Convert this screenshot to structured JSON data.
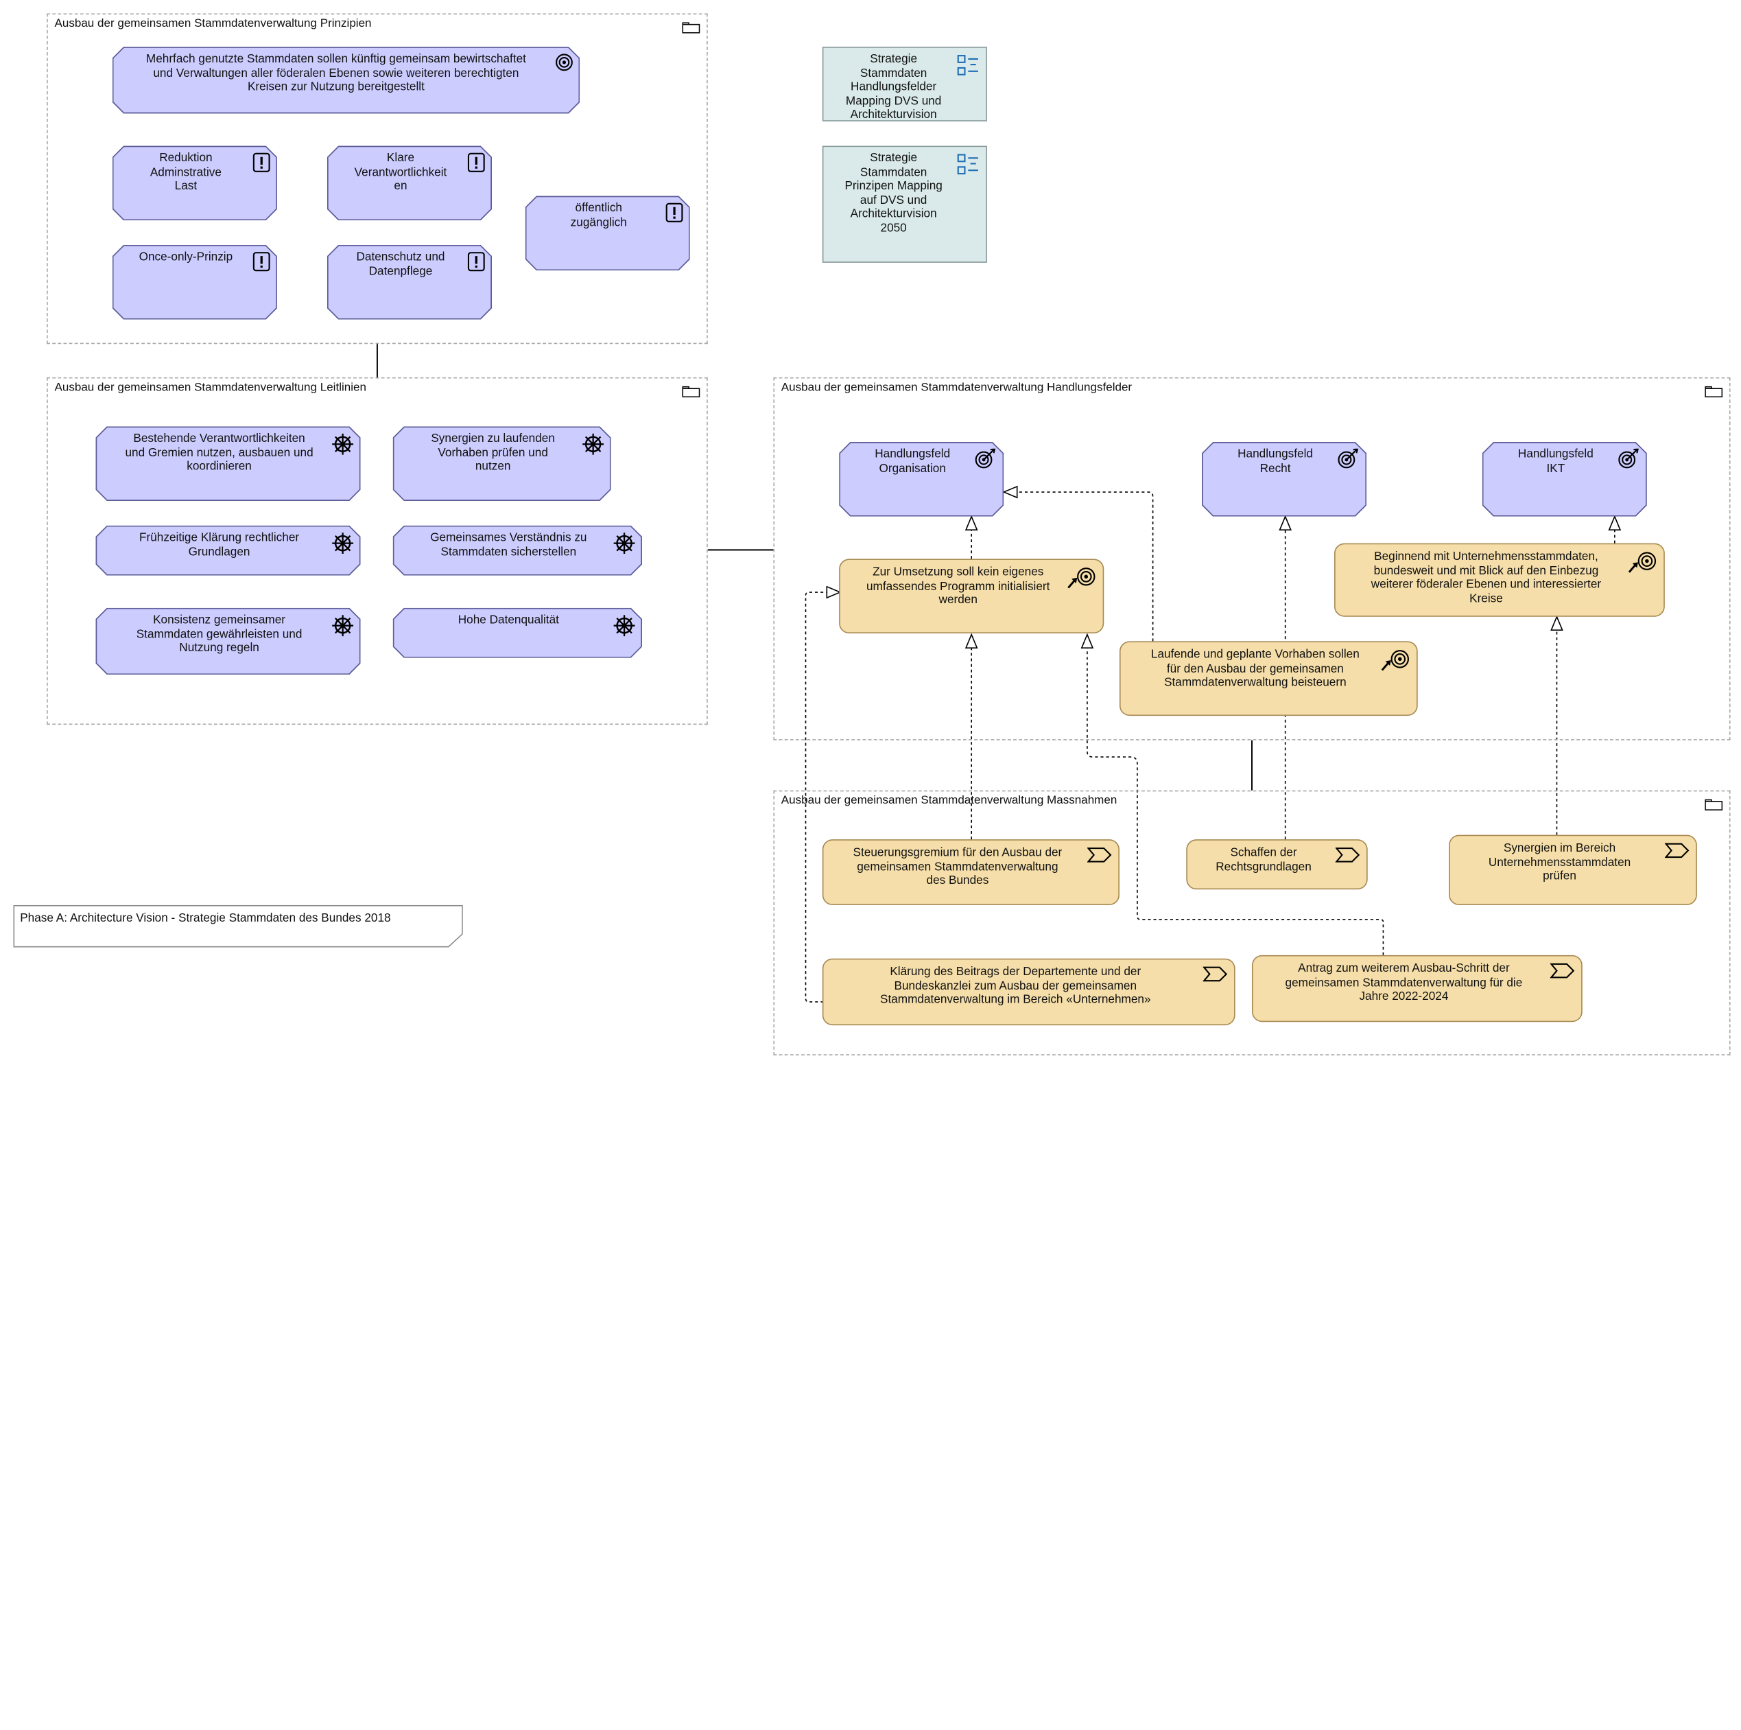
{
  "groups": {
    "prinzipien": "Ausbau der gemeinsamen Stammdatenverwaltung Prinzipien",
    "leitlinien": "Ausbau der gemeinsamen Stammdatenverwaltung Leitlinien",
    "handlungsfelder": "Ausbau der gemeinsamen Stammdatenverwaltung Handlungsfelder",
    "massnahmen": "Ausbau der gemeinsamen Stammdatenverwaltung Massnahmen"
  },
  "goal_main": "Mehrfach genutzte Stammdaten sollen künftig gemeinsam bewirtschaftet\nund Verwaltungen aller föderalen Ebenen sowie weiteren berechtigten\nKreisen zur Nutzung bereitgestellt",
  "principles": [
    "Reduktion\nAdminstrative\nLast",
    "Klare\nVerantwortlichkeit\nen",
    "öffentlich\nzugänglich",
    "Once-only-Prinzip",
    "Datenschutz und\nDatenpflege"
  ],
  "views": [
    "Strategie\nStammdaten\nHandlungsfelder\nMapping DVS und\nArchitekturvision",
    "Strategie\nStammdaten\nPrinzipen Mapping\nauf DVS und\nArchitekturvision\n2050"
  ],
  "guidelines": [
    "Bestehende Verantwortlichkeiten\nund Gremien nutzen, ausbauen und\nkoordinieren",
    "Synergien zu laufenden\nVorhaben prüfen und\nnutzen",
    "Frühzeitige Klärung rechtlicher\nGrundlagen",
    "Gemeinsames Verständnis zu\nStammdaten sicherstellen",
    "Konsistenz gemeinsamer\nStammdaten gewährleisten und\nNutzung regeln",
    "Hohe Datenqualität"
  ],
  "outcomes": [
    "Handlungsfeld\nOrganisation",
    "Handlungsfeld\nRecht",
    "Handlungsfeld\nIKT"
  ],
  "plateau_goals": [
    "Zur Umsetzung soll kein eigenes\numfassendes Programm initialisiert\nwerden",
    "Beginnend mit Unternehmensstammdaten,\nbundesweit und mit Blick auf den Einbezug\nweiterer föderaler Ebenen und interessierter\nKreise",
    "Laufende und geplante Vorhaben sollen\nfür den Ausbau der gemeinsamen\nStammdatenverwaltung beisteuern"
  ],
  "work_packages": [
    "Steuerungsgremium für den Ausbau der\ngemeinsamen Stammdatenverwaltung\ndes Bundes",
    "Schaffen der\nRechtsgrundlagen",
    "Synergien im Bereich\nUnternehmensstammdaten\nprüfen",
    "Klärung des Beitrags der Departemente und der\nBundeskanzlei zum Ausbau der gemeinsamen\nStammdatenverwaltung im Bereich «Unternehmen»",
    "Antrag zum weiterem Ausbau-Schritt der\ngemeinsamen Stammdatenverwaltung für die\nJahre 2022-2024"
  ],
  "note": "Phase A: Architecture Vision - Strategie Stammdaten des Bundes 2018",
  "colors": {
    "motivation": "#ccccff",
    "implementation": "#f5dea9",
    "view": "#daeaea",
    "group_border": "#a8a8a8"
  },
  "icons": [
    "folder-icon",
    "goal-icon",
    "principle-icon",
    "guideline-icon",
    "outcome-icon",
    "work-package-icon",
    "view-icon"
  ]
}
